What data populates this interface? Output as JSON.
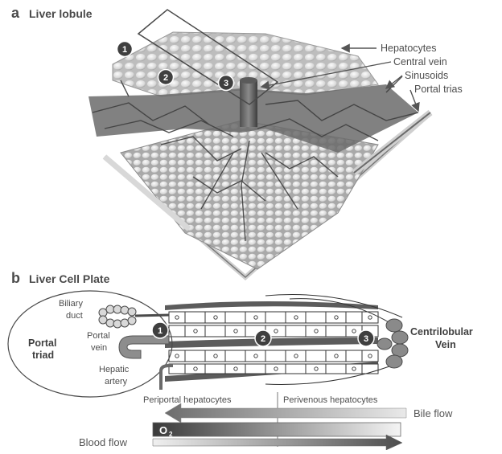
{
  "panel_a": {
    "letter": "a",
    "title": "Liver lobule",
    "labels": {
      "hepatocytes": "Hepatocytes",
      "central_vein": "Central vein",
      "sinusoids": "Sinusoids",
      "portal_trias": "Portal trias"
    },
    "zones": [
      "1",
      "2",
      "3"
    ]
  },
  "panel_b": {
    "letter": "b",
    "title": "Liver Cell Plate",
    "labels": {
      "biliary": "Biliary",
      "duct": "duct",
      "portal_small": "Portal",
      "vein": "vein",
      "hepatic": "Hepatic",
      "artery": "artery",
      "portal_triad_1": "Portal",
      "portal_triad_2": "triad",
      "centrilobular_1": "Centrilobular",
      "centrilobular_2": "Vein"
    },
    "zones": [
      "1",
      "2",
      "3"
    ],
    "periportal": "Periportal hepatocytes",
    "perivenous": "Perivenous hepatocytes",
    "bile_flow": "Bile flow",
    "blood_flow": "Blood flow",
    "oxygen": "O",
    "oxygen_sub": "2"
  }
}
